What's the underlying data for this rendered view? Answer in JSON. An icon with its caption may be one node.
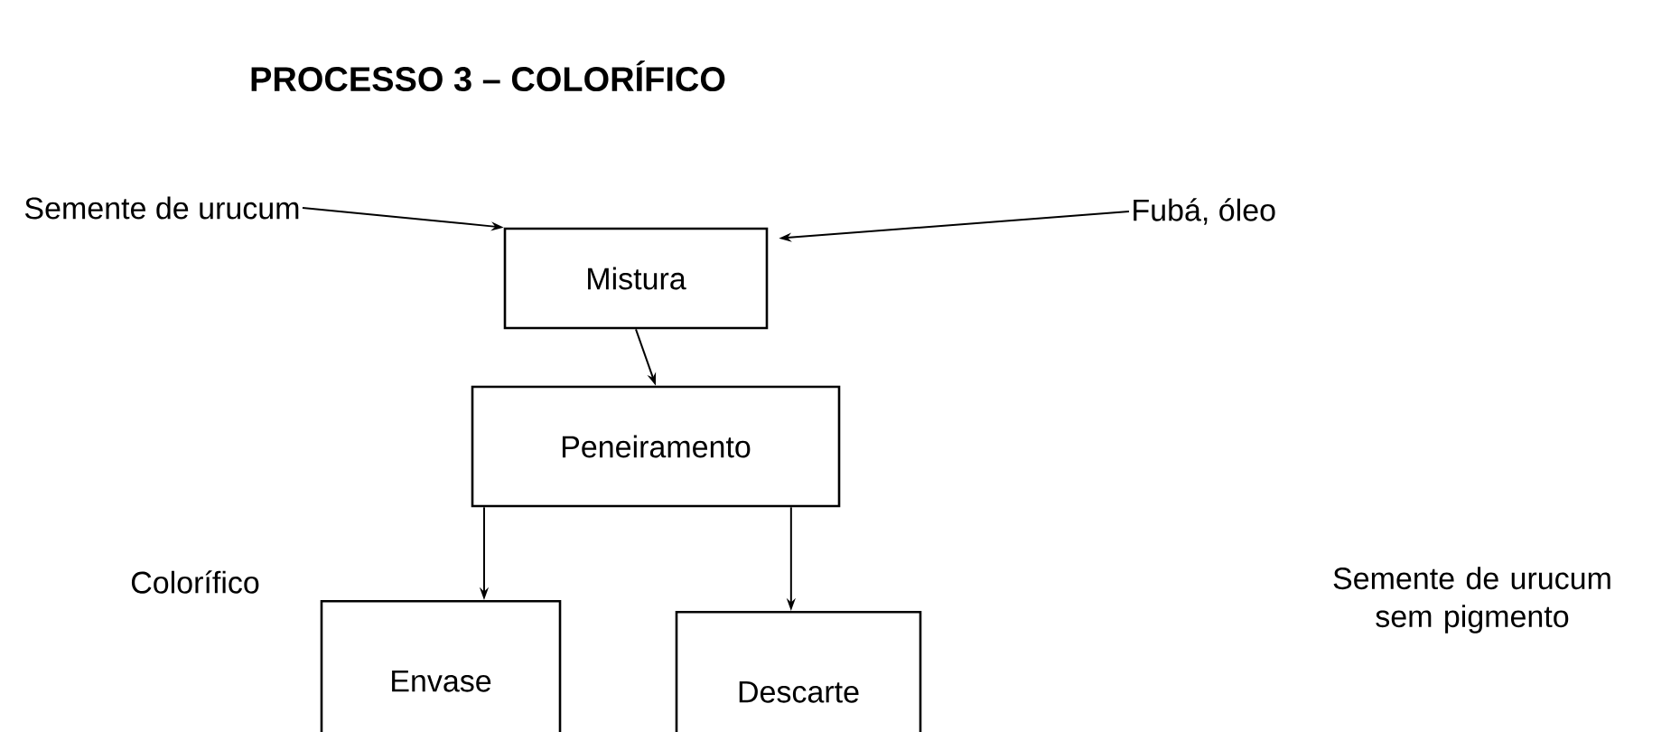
{
  "diagram": {
    "title": "PROCESSO 3 – COLORÍFICO",
    "nodes": [
      {
        "text": [
          "Semente de urucum"
        ]
      },
      {
        "text": [
          "Fubá, óleo"
        ]
      },
      {
        "text": [
          "Mistura"
        ]
      },
      {
        "text": [
          "Peneiramento"
        ]
      },
      {
        "text": [
          "Envase"
        ],
        "beside": [
          "Colorífico"
        ]
      },
      {
        "text": [
          "Descarte"
        ]
      }
    ],
    "edges": [
      {
        "from": 0,
        "to": 2,
        "arrow": "to"
      },
      {
        "from": 1,
        "to": 2,
        "arrow": "to"
      },
      {
        "from": 2,
        "to": 3,
        "arrow": "to"
      },
      {
        "from": 3,
        "to": 4,
        "arrow": "to"
      },
      {
        "from": 3,
        "to": 5,
        "arrow": "to"
      }
    ],
    "labels": [
      "Semente de urucum sem pigmento"
    ]
  }
}
